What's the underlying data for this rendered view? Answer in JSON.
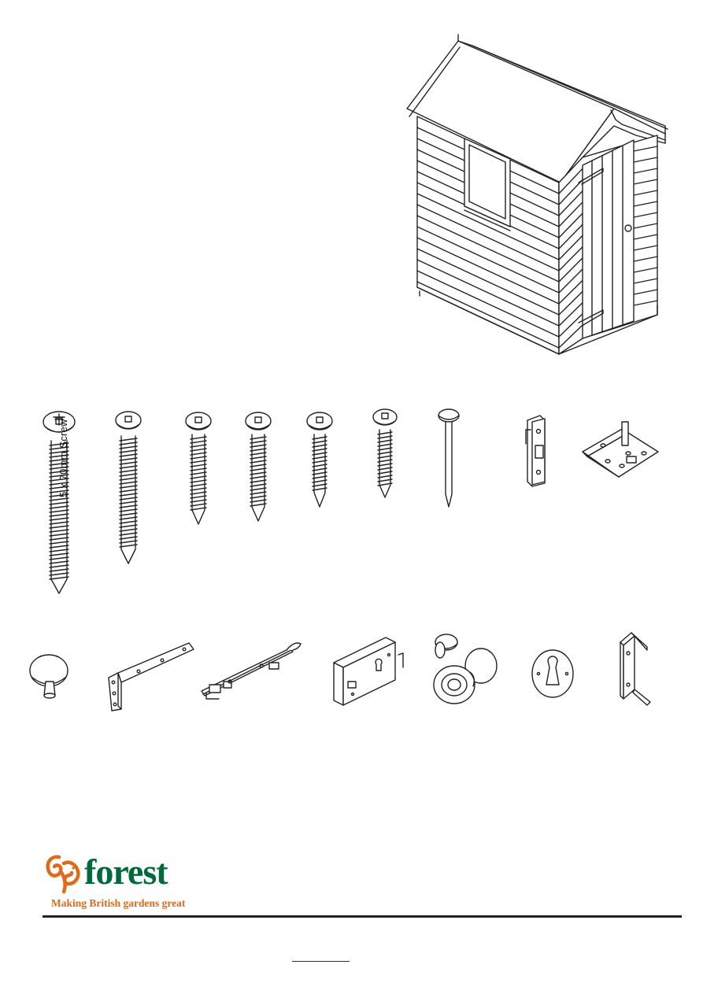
{
  "screw_label": "5 x 70mm Screw",
  "brand": {
    "name": "forest",
    "tagline": "Making British gardens great",
    "colors": {
      "green": "#006a3a",
      "orange": "#e06a1b"
    }
  },
  "parts": [
    "shed-illustration",
    "screw-5x70",
    "screw-long",
    "screw-medium-1",
    "screw-medium-2",
    "screw-medium-3",
    "screw-short",
    "nail",
    "turnbutton",
    "butt-hinge",
    "knob-small",
    "tee-hinge",
    "casement-stay",
    "rim-lock",
    "door-knobs",
    "escutcheon",
    "bracket"
  ]
}
